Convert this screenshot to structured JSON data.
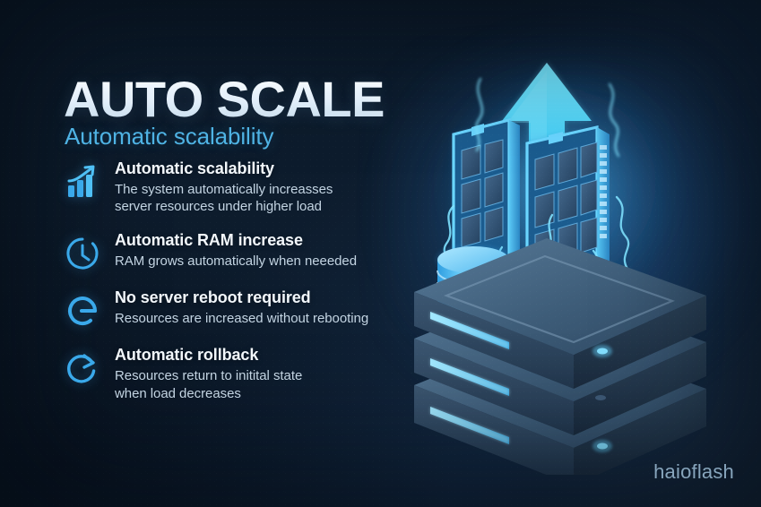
{
  "poster": {
    "title": "AUTO SCALE",
    "subtitle": "Automatic scalability",
    "watermark": "haioflash",
    "colors": {
      "background_dark": "#0d1b2b",
      "background_light": "#17293d",
      "accent_cyan": "#4fb3e4",
      "accent_bright": "#3fc8f5",
      "title_text": "#ffffff",
      "body_text": "#c3d4e2"
    }
  },
  "features": [
    {
      "icon": "bar-chart-growth-icon",
      "title": "Automatic scalability",
      "desc": "The system automatically increasses\nserver resources under higher load"
    },
    {
      "icon": "gauge-meter-icon",
      "title": "Automatic RAM increase",
      "desc": "RAM grows automatically when neeeded"
    },
    {
      "icon": "power-e-icon",
      "title": "No server reboot required",
      "desc": "Resources are increased without rebooting"
    },
    {
      "icon": "refresh-rollback-icon",
      "title": "Automatic rollback",
      "desc": "Resources return to initital state\nwhen load decreases"
    }
  ],
  "illustration": {
    "name": "server-stack-autoscale-illustration",
    "elements": [
      "upward-arrow",
      "ram-module-left",
      "ram-module-right",
      "database-cylinder-1",
      "database-cylinder-2",
      "database-cylinder-3",
      "lightning-arcs",
      "server-unit-top",
      "server-unit-middle",
      "server-unit-bottom"
    ],
    "server_units": 3,
    "database_cylinders": 3,
    "ram_modules": 2
  }
}
